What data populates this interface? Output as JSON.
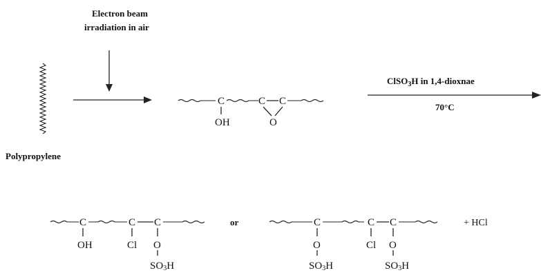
{
  "top": {
    "beam_line1": "Electron beam",
    "beam_line2": "irradiation in air",
    "polymer_label": "Polypropylene",
    "reagent": "ClSO",
    "reagent_sub": "3",
    "reagent_tail": "H  in 1,4-dioxnae",
    "temperature": "70°C",
    "intermediate": {
      "c1": "C",
      "c2": "C",
      "c3": "C",
      "oh": "OH",
      "o": "O"
    }
  },
  "bottom": {
    "product1": {
      "c1": "C",
      "c2": "C",
      "c3": "C",
      "oh": "OH",
      "cl": "Cl",
      "o": "O",
      "so3h": "SO",
      "so3h_sub": "3",
      "so3h_tail": "H"
    },
    "or": "or",
    "product2": {
      "c1": "C",
      "c2": "C",
      "c3": "C",
      "o1": "O",
      "cl": "Cl",
      "o2": "O",
      "so3h_a": "SO",
      "so3h_a_sub": "3",
      "so3h_a_tail": "H",
      "so3h_b": "SO",
      "so3h_b_sub": "3",
      "so3h_b_tail": "H"
    },
    "byproduct": "+ HCl"
  }
}
